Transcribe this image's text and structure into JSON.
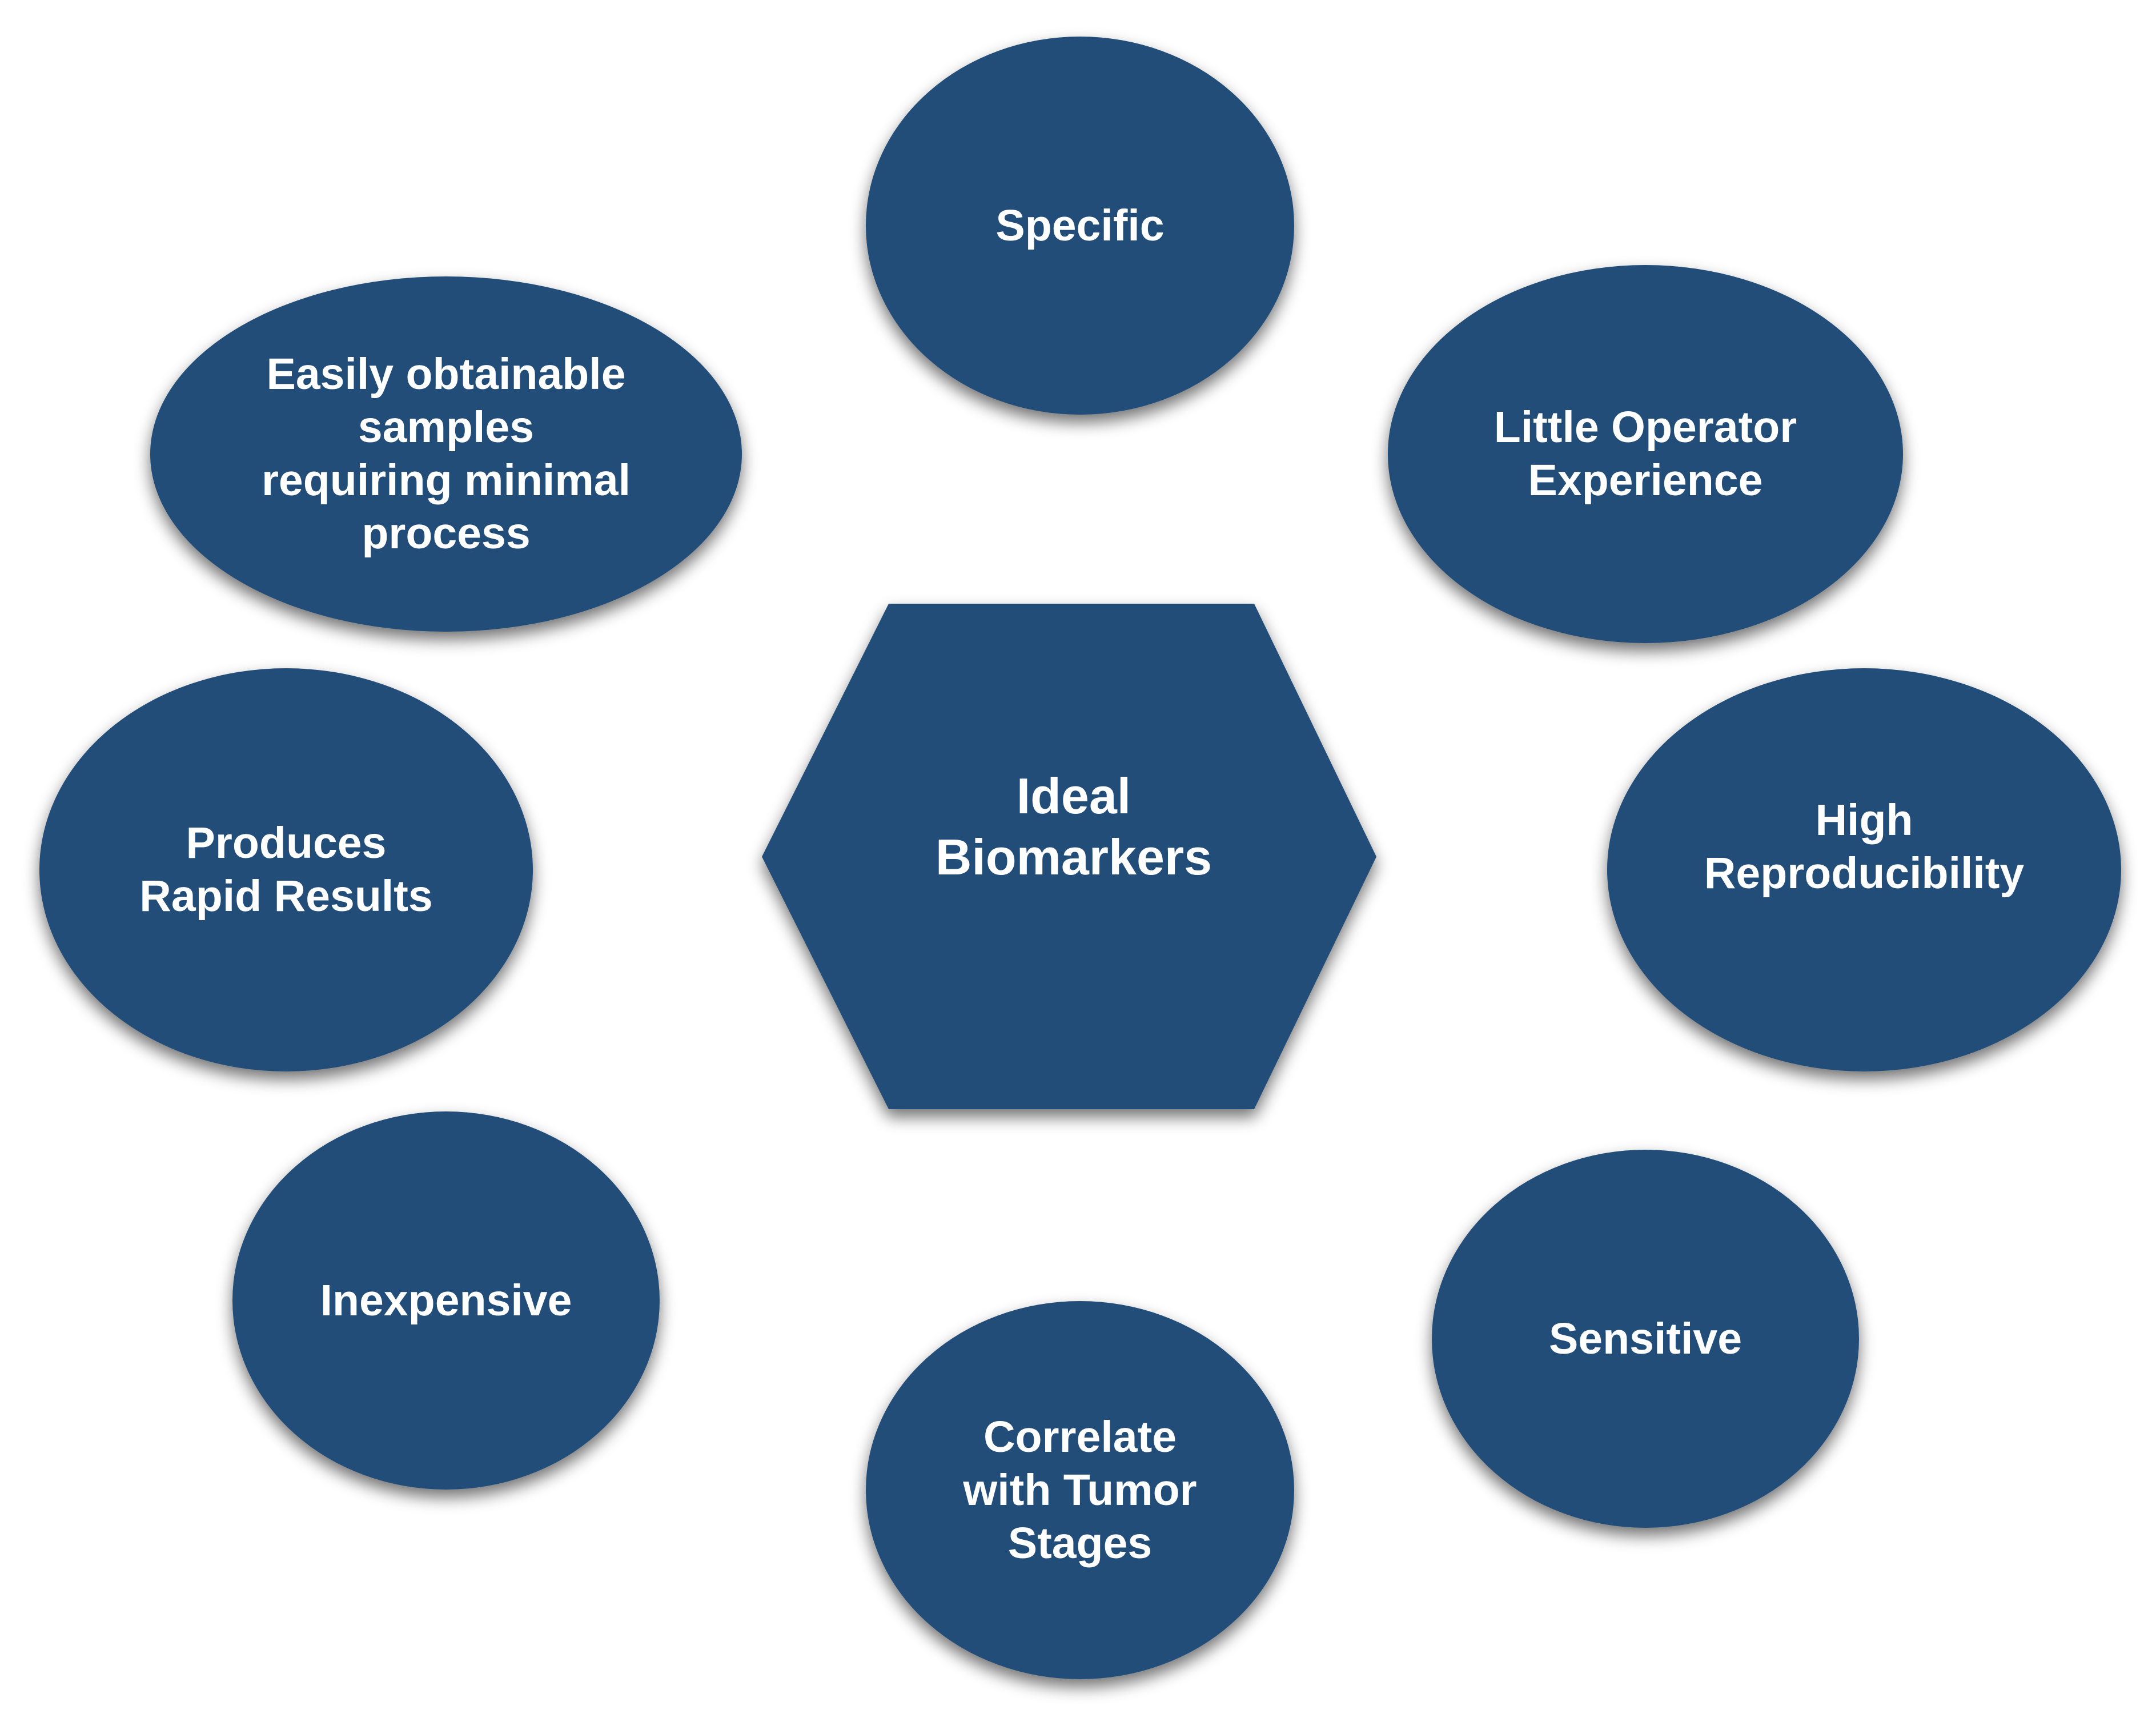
{
  "diagram": {
    "colors": {
      "node_fill": "#204d78",
      "text": "#ffffff",
      "background": "#ffffff"
    },
    "center": {
      "label": "Ideal\nBiomarkers",
      "shape": "hexagon"
    },
    "nodes": [
      {
        "id": "specific",
        "label": "Specific",
        "shape": "ellipse"
      },
      {
        "id": "little-operator-experience",
        "label": "Little Operator\nExperience",
        "shape": "ellipse"
      },
      {
        "id": "high-reproducibility",
        "label": "High\nReproducibility",
        "shape": "ellipse"
      },
      {
        "id": "sensitive",
        "label": "Sensitive",
        "shape": "ellipse"
      },
      {
        "id": "correlate-with-tumor-stages",
        "label": "Correlate\nwith Tumor\nStages",
        "shape": "ellipse"
      },
      {
        "id": "inexpensive",
        "label": "Inexpensive",
        "shape": "ellipse"
      },
      {
        "id": "produces-rapid-results",
        "label": "Produces\nRapid Results",
        "shape": "ellipse"
      },
      {
        "id": "easily-obtainable-samples",
        "label": "Easily obtainable\nsamples\nrequiring minimal\nprocess",
        "shape": "ellipse"
      }
    ]
  }
}
